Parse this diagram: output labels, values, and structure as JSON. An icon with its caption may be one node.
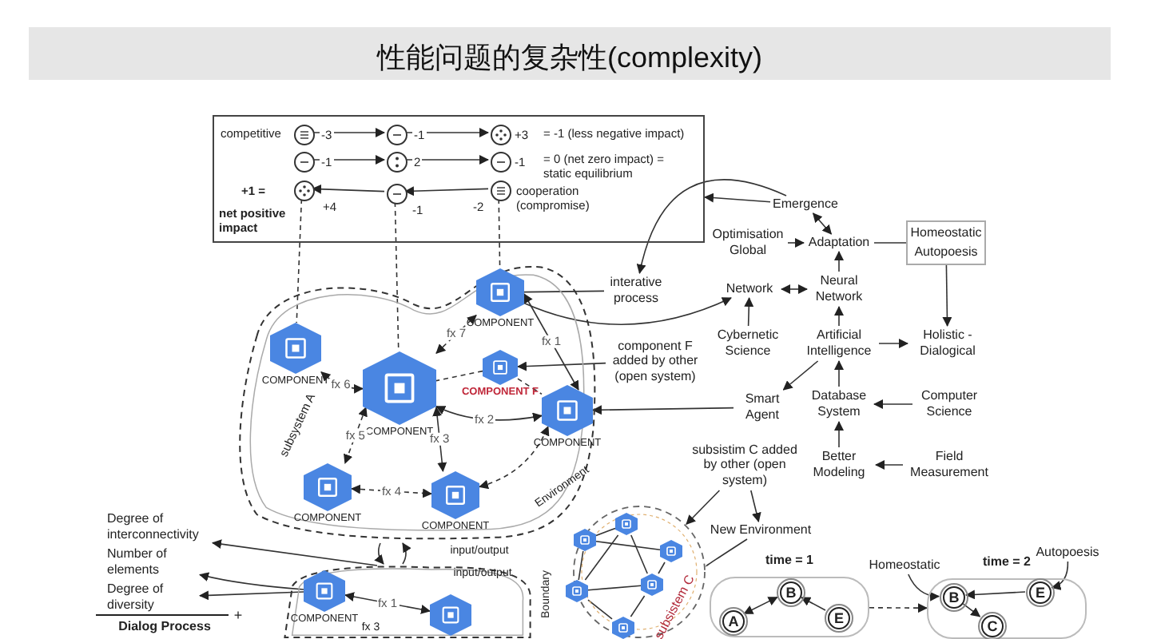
{
  "diagram": {
    "title": "性能问题的复杂性(complexity)",
    "nodes": [
      {
        "text": [
          "competitive",
          "= -1 (less negative impact)",
          "= 0 (net zero impact) = static equilibrium",
          "+1 =",
          "net positive impact",
          "cooperation (compromise)"
        ]
      },
      {
        "text": [],
        "shape": "circle",
        "in": 0,
        "beside": [
          "-3"
        ]
      },
      {
        "text": [],
        "shape": "circle",
        "in": 0,
        "beside": [
          "-1"
        ]
      },
      {
        "text": [],
        "shape": "circle",
        "in": 0,
        "beside": [
          "+3"
        ]
      },
      {
        "text": [],
        "shape": "circle",
        "in": 0,
        "beside": [
          "-1"
        ]
      },
      {
        "text": [],
        "shape": "circle",
        "in": 0,
        "beside": [
          "2"
        ]
      },
      {
        "text": [],
        "shape": "circle",
        "in": 0,
        "beside": [
          "-1"
        ]
      },
      {
        "text": [],
        "shape": "circle",
        "in": 0,
        "beside": [
          "+4"
        ]
      },
      {
        "text": [],
        "shape": "circle",
        "in": 0,
        "beside": [
          "-1"
        ]
      },
      {
        "text": [],
        "shape": "circle",
        "in": 0,
        "beside": [
          "-2"
        ]
      },
      {
        "text": [
          "Emergence"
        ]
      },
      {
        "text": [
          "Optimisation Global"
        ]
      },
      {
        "text": [
          "Adaptation"
        ]
      },
      {
        "text": [
          "Homeostatic",
          "Autopoesis"
        ]
      },
      {
        "text": [
          "Network"
        ]
      },
      {
        "text": [
          "Neural Network"
        ]
      },
      {
        "text": [
          "Cybernetic Science"
        ]
      },
      {
        "text": [
          "Artificial Intelligence"
        ]
      },
      {
        "text": [
          "Holistic - Dialogical"
        ]
      },
      {
        "text": [
          "Smart Agent"
        ]
      },
      {
        "text": [
          "Database System"
        ]
      },
      {
        "text": [
          "Computer Science"
        ]
      },
      {
        "text": [
          "Better Modeling"
        ]
      },
      {
        "text": [
          "Field Measurement"
        ]
      },
      {
        "text": [
          "interative process"
        ]
      },
      {
        "text": [
          "component F added by other (open system)"
        ]
      },
      {
        "text": [
          "subsistim C added by other (open system)"
        ]
      },
      {
        "text": [
          "New Environment"
        ]
      },
      {
        "text": [
          "subsystem A"
        ]
      },
      {
        "text": [
          "COMPONENT"
        ],
        "in": 28
      },
      {
        "text": [
          "COMPONENT"
        ],
        "in": 28
      },
      {
        "text": [
          "COMPONENT"
        ],
        "in": 28
      },
      {
        "text": [
          "COMPONENT F"
        ],
        "in": 28
      },
      {
        "text": [
          "COMPONENT"
        ],
        "in": 28
      },
      {
        "text": [
          "COMPONENT"
        ],
        "in": 28
      },
      {
        "text": [
          "COMPONENT"
        ],
        "in": 28
      },
      {
        "text": [],
        "shape": "cloud"
      },
      {
        "text": [
          "COMPONENT"
        ],
        "in": 36
      },
      {
        "text": [],
        "shape": "hexagon",
        "in": 36
      },
      {
        "text": [
          "subsistem C"
        ]
      },
      {
        "text": [],
        "shape": "hexagon",
        "in": 39
      },
      {
        "text": [],
        "shape": "hexagon",
        "in": 39
      },
      {
        "text": [],
        "shape": "hexagon",
        "in": 39
      },
      {
        "text": [],
        "shape": "hexagon",
        "in": 39
      },
      {
        "text": [],
        "shape": "hexagon",
        "in": 39
      },
      {
        "text": [],
        "shape": "hexagon",
        "in": 39
      },
      {
        "text": [
          "time = 1"
        ]
      },
      {
        "text": [
          "A"
        ],
        "in": 46
      },
      {
        "text": [
          "B"
        ],
        "in": 46
      },
      {
        "text": [
          "E"
        ],
        "in": 46
      },
      {
        "text": [
          "time = 2"
        ]
      },
      {
        "text": [
          "B"
        ],
        "in": 50
      },
      {
        "text": [
          "E"
        ],
        "in": 50
      },
      {
        "text": [
          "C"
        ],
        "in": 50
      },
      {
        "text": [
          "Degree of interconnectivity"
        ]
      },
      {
        "text": [
          "Number of elements"
        ]
      },
      {
        "text": [
          "Degree of diversity"
        ]
      },
      {
        "text": [
          "Homeostatic"
        ]
      },
      {
        "text": [
          "Autopoesis"
        ]
      }
    ],
    "edges": [
      {
        "from": 1,
        "to": 2,
        "arrow": "to"
      },
      {
        "from": 2,
        "to": 3,
        "arrow": "to"
      },
      {
        "from": 4,
        "to": 5,
        "arrow": "to"
      },
      {
        "from": 5,
        "to": 6,
        "arrow": "to"
      },
      {
        "from": 8,
        "to": 7,
        "arrow": "to"
      },
      {
        "from": 9,
        "to": 8,
        "arrow": "to"
      },
      {
        "from": 7,
        "to": 30,
        "arrow": "none",
        "style": "dashed"
      },
      {
        "from": 8,
        "to": 31,
        "arrow": "none",
        "style": "dashed"
      },
      {
        "from": 9,
        "to": 29,
        "arrow": "none",
        "style": "dashed"
      },
      {
        "from": 10,
        "to": 0,
        "arrow": "to"
      },
      {
        "from": 10,
        "to": 24,
        "arrow": "to"
      },
      {
        "from": 12,
        "to": 10,
        "arrow": "both"
      },
      {
        "from": 11,
        "to": 12,
        "arrow": "to"
      },
      {
        "from": 12,
        "to": 13,
        "arrow": "none"
      },
      {
        "from": 13,
        "to": 18,
        "arrow": "to"
      },
      {
        "from": 14,
        "to": 15,
        "arrow": "both"
      },
      {
        "from": 16,
        "to": 14,
        "arrow": "to"
      },
      {
        "from": 15,
        "to": 12,
        "arrow": "to"
      },
      {
        "from": 17,
        "to": 15,
        "arrow": "to"
      },
      {
        "from": 17,
        "to": 18,
        "arrow": "to"
      },
      {
        "from": 17,
        "to": 19,
        "arrow": "to"
      },
      {
        "from": 20,
        "to": 17,
        "arrow": "to"
      },
      {
        "from": 21,
        "to": 20,
        "arrow": "to"
      },
      {
        "from": 22,
        "to": 20,
        "arrow": "to"
      },
      {
        "from": 23,
        "to": 22,
        "arrow": "to"
      },
      {
        "from": 29,
        "to": 14,
        "arrow": "to"
      },
      {
        "from": 24,
        "to": 29,
        "arrow": "none"
      },
      {
        "from": 25,
        "to": 32,
        "arrow": "to"
      },
      {
        "from": 19,
        "to": 33,
        "arrow": "to"
      },
      {
        "from": 26,
        "to": 39,
        "arrow": "to"
      },
      {
        "from": 26,
        "to": 27,
        "arrow": "to"
      },
      {
        "from": 27,
        "to": 39,
        "arrow": "none"
      },
      {
        "from": 31,
        "to": 29,
        "arrow": "both",
        "label": "fx 7",
        "style": "dashed"
      },
      {
        "from": 30,
        "to": 31,
        "arrow": "both",
        "label": "fx 6"
      },
      {
        "from": 31,
        "to": 33,
        "arrow": "both",
        "label": "fx 2"
      },
      {
        "from": 29,
        "to": 33,
        "arrow": "both",
        "label": "fx 1"
      },
      {
        "from": 31,
        "to": 34,
        "arrow": "both",
        "label": "fx 5",
        "style": "dashed"
      },
      {
        "from": 31,
        "to": 35,
        "arrow": "both",
        "label": "fx 3"
      },
      {
        "from": 34,
        "to": 35,
        "arrow": "both",
        "label": "fx 4",
        "style": "dashed"
      },
      {
        "from": 32,
        "to": 31,
        "arrow": "none",
        "style": "dashed"
      },
      {
        "from": 32,
        "to": 33,
        "arrow": "none",
        "style": "dashed"
      },
      {
        "from": 35,
        "to": 33,
        "arrow": "both",
        "style": "dashed"
      },
      {
        "from": 37,
        "to": 38,
        "arrow": "both",
        "label": "fx 1"
      },
      {
        "from": 40,
        "to": 41,
        "arrow": "none"
      },
      {
        "from": 40,
        "to": 44,
        "arrow": "none"
      },
      {
        "from": 40,
        "to": 43,
        "arrow": "none"
      },
      {
        "from": 41,
        "to": 43,
        "arrow": "none"
      },
      {
        "from": 41,
        "to": 42,
        "arrow": "none"
      },
      {
        "from": 42,
        "to": 44,
        "arrow": "none"
      },
      {
        "from": 43,
        "to": 44,
        "arrow": "none"
      },
      {
        "from": 43,
        "to": 45,
        "arrow": "none"
      },
      {
        "from": 44,
        "to": 45,
        "arrow": "none"
      },
      {
        "from": 48,
        "to": 47,
        "arrow": "both"
      },
      {
        "from": 49,
        "to": 48,
        "arrow": "to"
      },
      {
        "from": 46,
        "to": 50,
        "arrow": "to",
        "style": "dashed"
      },
      {
        "from": 52,
        "to": 51,
        "arrow": "to"
      },
      {
        "from": 51,
        "to": 53,
        "arrow": "to"
      },
      {
        "from": 57,
        "to": 51,
        "arrow": "to"
      },
      {
        "from": 58,
        "to": 52,
        "arrow": "to"
      },
      {
        "from": 36,
        "to": 54,
        "arrow": "to"
      },
      {
        "from": 37,
        "to": 55,
        "arrow": "to"
      },
      {
        "from": 37,
        "to": 56,
        "arrow": "to"
      },
      {
        "from": 28,
        "to": 36,
        "arrow": "to"
      },
      {
        "from": 36,
        "to": 28,
        "arrow": "to"
      }
    ],
    "labels": [
      "Environment",
      "Boundary",
      "input/output",
      "input/output",
      "fx 3",
      "+",
      "Dialog Process"
    ]
  }
}
